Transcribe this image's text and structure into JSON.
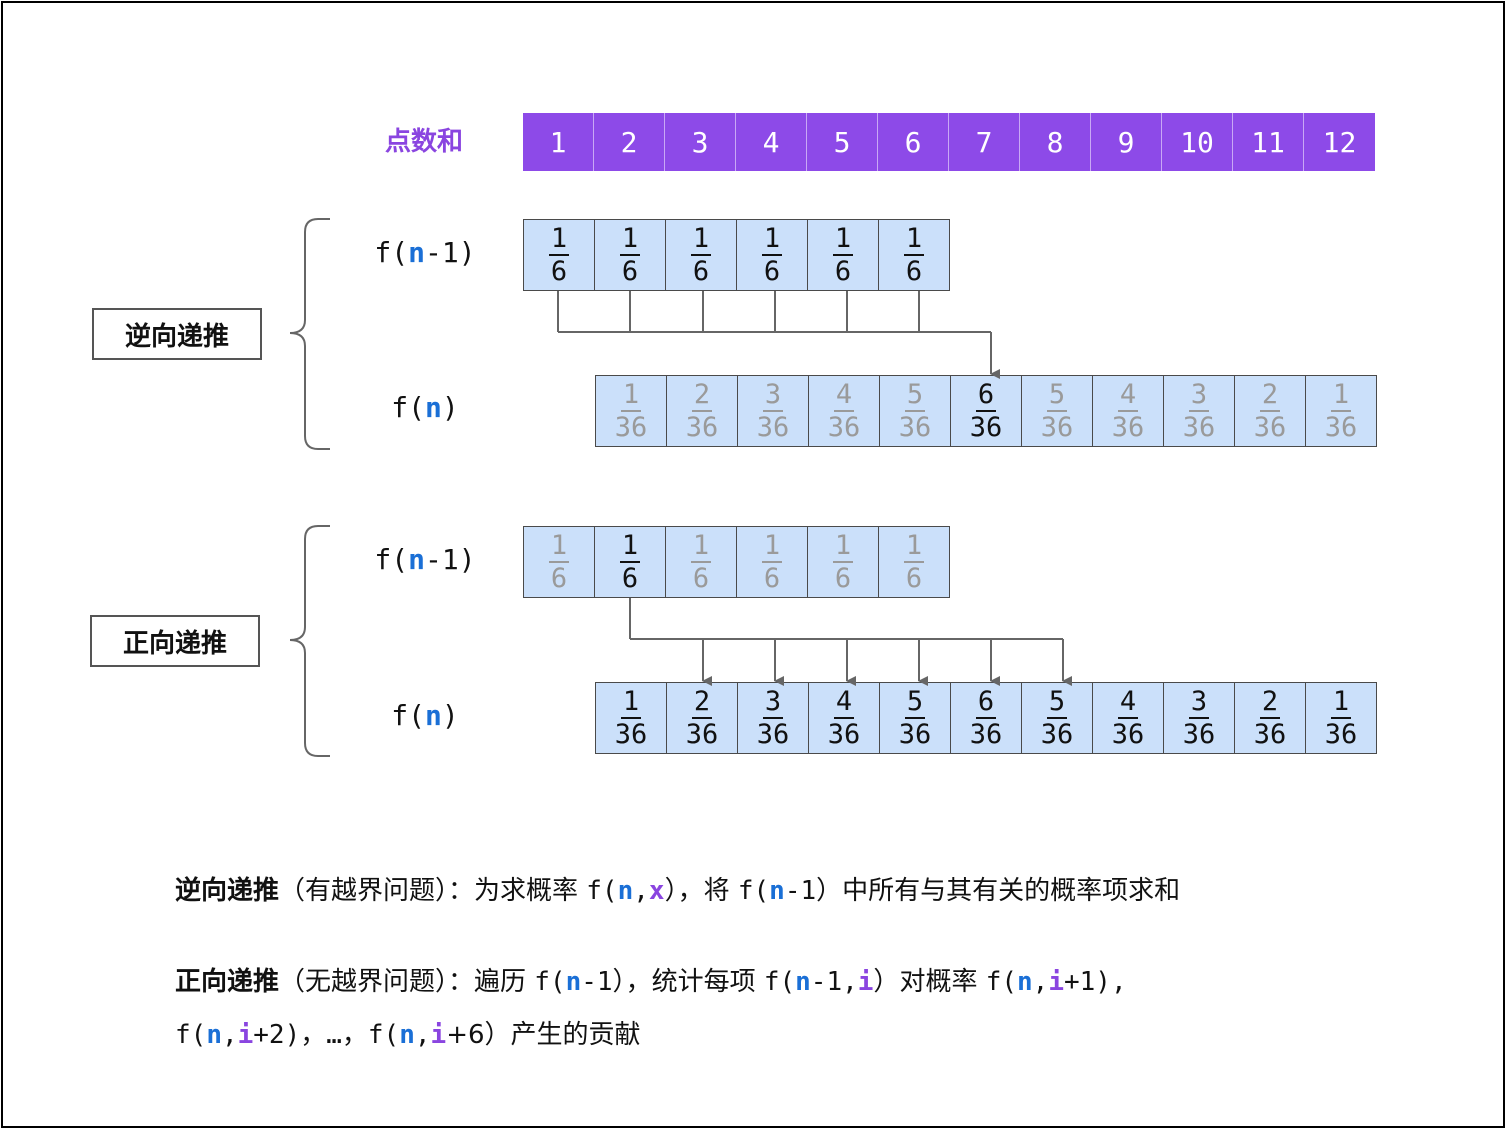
{
  "header": {
    "label": "点数和",
    "sums": [
      "1",
      "2",
      "3",
      "4",
      "5",
      "6",
      "7",
      "8",
      "9",
      "10",
      "11",
      "12"
    ]
  },
  "backward": {
    "label": "逆向递推",
    "prev_label": {
      "pre": "f(",
      "n": "n",
      "post": "-1)"
    },
    "cur_label": {
      "pre": "f(",
      "n": "n",
      "post": ")"
    },
    "prev_cells": [
      {
        "num": "1",
        "den": "6",
        "highlight": true
      },
      {
        "num": "1",
        "den": "6",
        "highlight": true
      },
      {
        "num": "1",
        "den": "6",
        "highlight": true
      },
      {
        "num": "1",
        "den": "6",
        "highlight": true
      },
      {
        "num": "1",
        "den": "6",
        "highlight": true
      },
      {
        "num": "1",
        "den": "6",
        "highlight": true
      }
    ],
    "cur_cells": [
      {
        "num": "1",
        "den": "36",
        "highlight": false
      },
      {
        "num": "2",
        "den": "36",
        "highlight": false
      },
      {
        "num": "3",
        "den": "36",
        "highlight": false
      },
      {
        "num": "4",
        "den": "36",
        "highlight": false
      },
      {
        "num": "5",
        "den": "36",
        "highlight": false
      },
      {
        "num": "6",
        "den": "36",
        "highlight": true
      },
      {
        "num": "5",
        "den": "36",
        "highlight": false
      },
      {
        "num": "4",
        "den": "36",
        "highlight": false
      },
      {
        "num": "3",
        "den": "36",
        "highlight": false
      },
      {
        "num": "2",
        "den": "36",
        "highlight": false
      },
      {
        "num": "1",
        "den": "36",
        "highlight": false
      }
    ]
  },
  "forward": {
    "label": "正向递推",
    "prev_label": {
      "pre": "f(",
      "n": "n",
      "post": "-1)"
    },
    "cur_label": {
      "pre": "f(",
      "n": "n",
      "post": ")"
    },
    "prev_cells": [
      {
        "num": "1",
        "den": "6",
        "highlight": false
      },
      {
        "num": "1",
        "den": "6",
        "highlight": true
      },
      {
        "num": "1",
        "den": "6",
        "highlight": false
      },
      {
        "num": "1",
        "den": "6",
        "highlight": false
      },
      {
        "num": "1",
        "den": "6",
        "highlight": false
      },
      {
        "num": "1",
        "den": "6",
        "highlight": false
      }
    ],
    "cur_cells": [
      {
        "num": "1",
        "den": "36",
        "highlight": true
      },
      {
        "num": "2",
        "den": "36",
        "highlight": true
      },
      {
        "num": "3",
        "den": "36",
        "highlight": true
      },
      {
        "num": "4",
        "den": "36",
        "highlight": true
      },
      {
        "num": "5",
        "den": "36",
        "highlight": true
      },
      {
        "num": "6",
        "den": "36",
        "highlight": true
      },
      {
        "num": "5",
        "den": "36",
        "highlight": true
      },
      {
        "num": "4",
        "den": "36",
        "highlight": true
      },
      {
        "num": "3",
        "den": "36",
        "highlight": true
      },
      {
        "num": "2",
        "den": "36",
        "highlight": true
      },
      {
        "num": "1",
        "den": "36",
        "highlight": true
      }
    ]
  },
  "descriptions": {
    "line1": {
      "bold": "逆向递推",
      "p1": "（有越界问题）：为求概率 ",
      "f1a": "f(",
      "f1n": "n",
      "f1c": ",",
      "f1x": "x",
      "f1d": "）",
      "p2": "，将 ",
      "f2a": "f(",
      "f2n": "n",
      "f2b": "-1）",
      "p3": "中所有与其有关的概率项求和"
    },
    "line2": {
      "bold": "正向递推",
      "p1": "（无越界问题）：遍历 ",
      "f1a": "f(",
      "f1n": "n",
      "f1b": "-1）",
      "p2": "，统计每项 ",
      "f2a": "f(",
      "f2n": "n",
      "f2b": "-1,",
      "f2i": "i",
      "f2c": "）",
      "p3": "对概率 ",
      "f3a": "f(",
      "f3n": "n",
      "f3b": ",",
      "f3i": "i",
      "f3c": "+1),"
    },
    "line3": {
      "f1a": "f(",
      "f1n": "n",
      "f1b": ",",
      "f1i": "i",
      "f1c": "+2)，…，",
      "f2a": "f(",
      "f2n": "n",
      "f2b": ",",
      "f2i": "i",
      "f2c": "+6）",
      "p1": "产生的贡献"
    }
  },
  "colors": {
    "accent_purple": "#8d4ae8",
    "cell_blue": "#cbe0fa",
    "var_blue": "#1a6fd6",
    "dim_text": "#9a9a9a"
  }
}
